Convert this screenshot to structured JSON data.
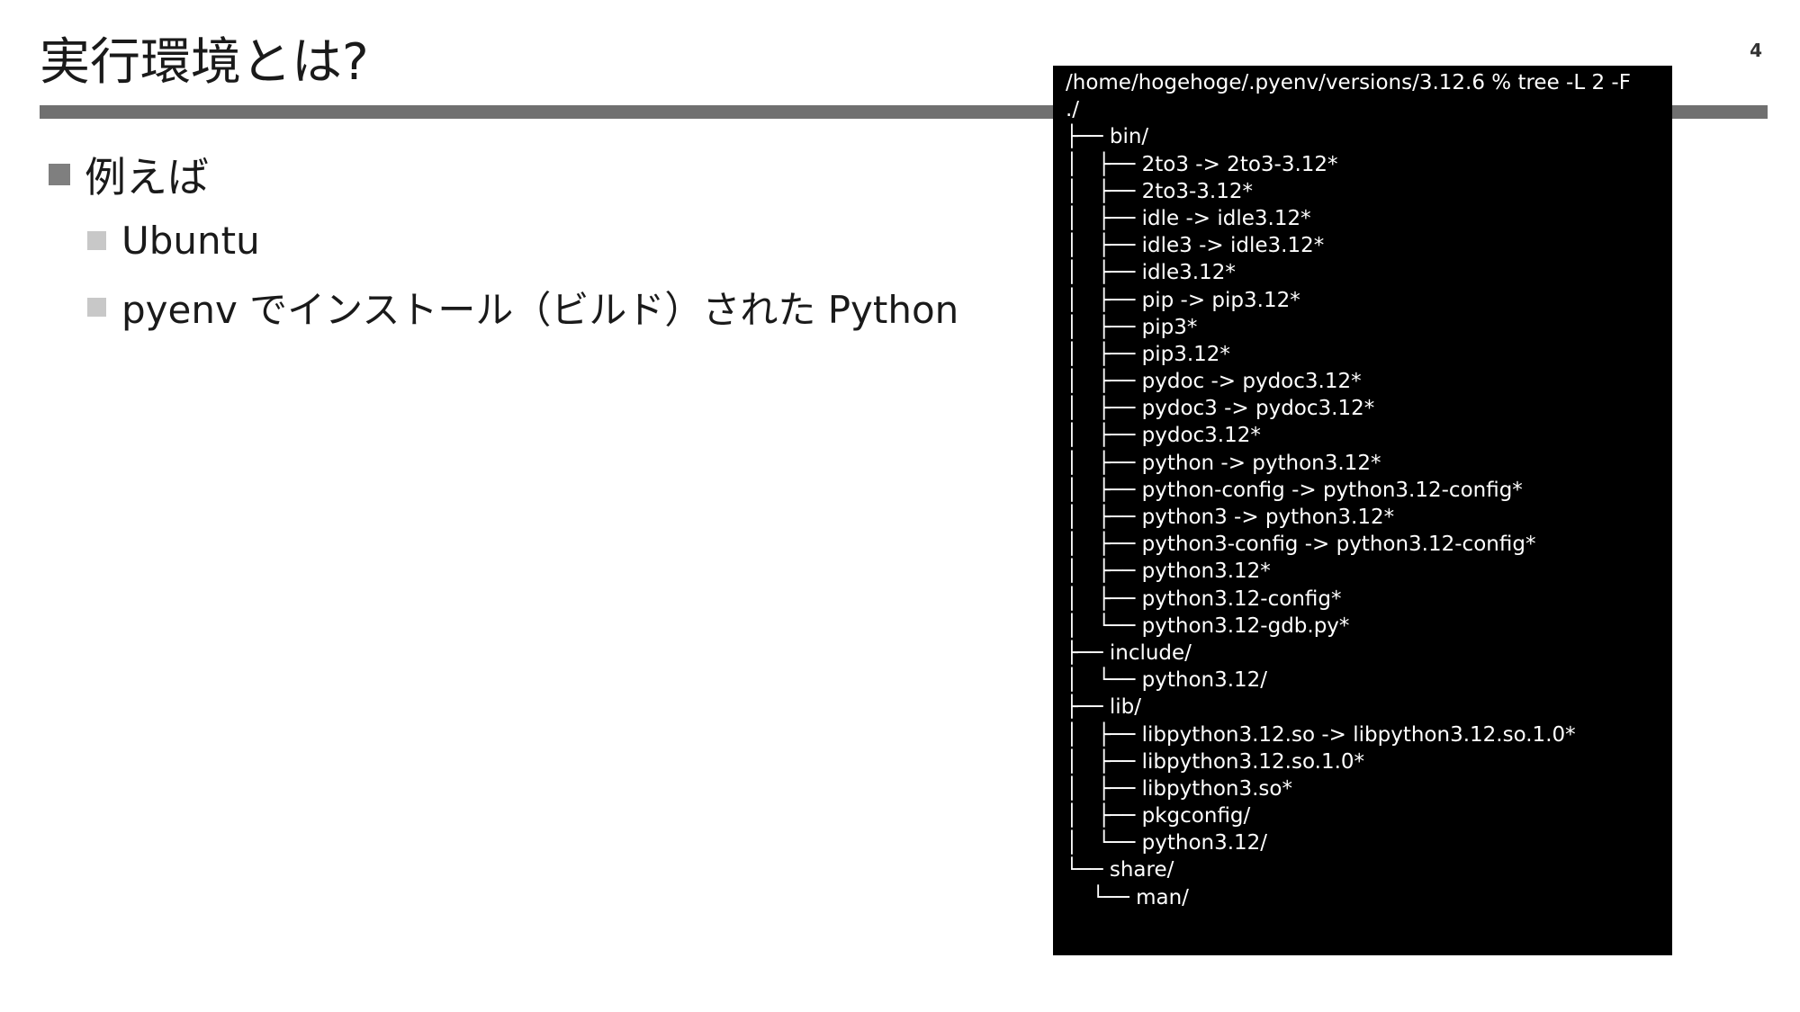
{
  "slide": {
    "title": "実行環境とは?",
    "page_number": "4"
  },
  "bullets": {
    "level1": "例えば",
    "level2": [
      "Ubuntu",
      "pyenv でインストール（ビルド）された Python"
    ]
  },
  "terminal": {
    "lines": [
      "/home/hogehoge/.pyenv/versions/3.12.6 % tree -L 2 -F",
      "./",
      "├── bin/",
      "│   ├── 2to3 -> 2to3-3.12*",
      "│   ├── 2to3-3.12*",
      "│   ├── idle -> idle3.12*",
      "│   ├── idle3 -> idle3.12*",
      "│   ├── idle3.12*",
      "│   ├── pip -> pip3.12*",
      "│   ├── pip3*",
      "│   ├── pip3.12*",
      "│   ├── pydoc -> pydoc3.12*",
      "│   ├── pydoc3 -> pydoc3.12*",
      "│   ├── pydoc3.12*",
      "│   ├── python -> python3.12*",
      "│   ├── python-config -> python3.12-config*",
      "│   ├── python3 -> python3.12*",
      "│   ├── python3-config -> python3.12-config*",
      "│   ├── python3.12*",
      "│   ├── python3.12-config*",
      "│   └── python3.12-gdb.py*",
      "├── include/",
      "│   └── python3.12/",
      "├── lib/",
      "│   ├── libpython3.12.so -> libpython3.12.so.1.0*",
      "│   ├── libpython3.12.so.1.0*",
      "│   ├── libpython3.so*",
      "│   ├── pkgconfig/",
      "│   └── python3.12/",
      "└── share/",
      "    └── man/"
    ]
  },
  "colors": {
    "title_rule": "#707070",
    "bullet_level1_marker": "#7f7f7f",
    "bullet_level2_marker": "#c8c8c8",
    "terminal_background": "#000000",
    "terminal_text": "#ffffff"
  }
}
